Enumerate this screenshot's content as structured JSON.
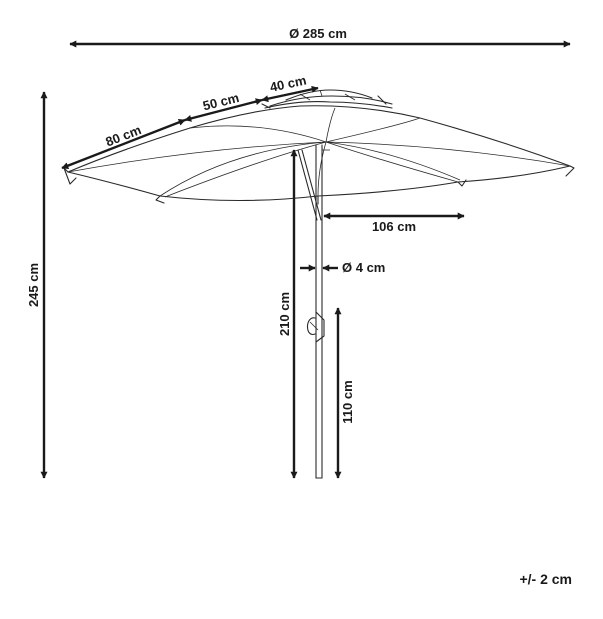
{
  "diagram": {
    "dimensions": {
      "canopy_diameter": "Ø 285 cm",
      "total_height": "245 cm",
      "rib_outer": "80 cm",
      "rib_middle": "50 cm",
      "rib_top": "40 cm",
      "canopy_radius": "106 cm",
      "pole_diameter": "Ø 4 cm",
      "clearance_height": "210 cm",
      "crank_height": "110 cm"
    },
    "tolerance": "+/- 2 cm",
    "colors": {
      "line": "#1a1a1a",
      "background": "#ffffff"
    }
  }
}
